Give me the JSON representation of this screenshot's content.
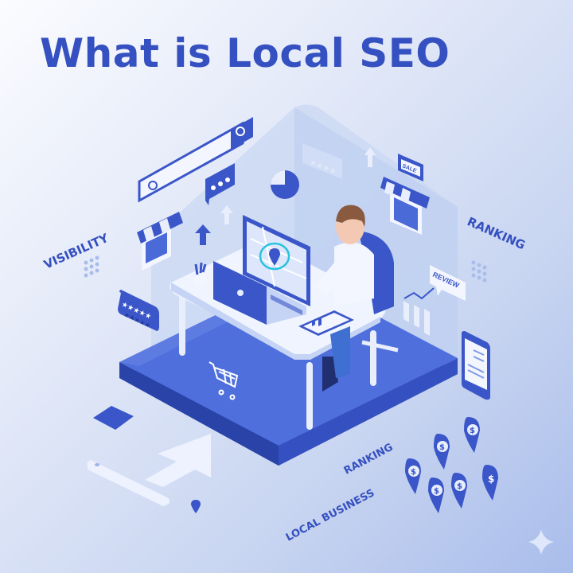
{
  "title": "What is Local SEO",
  "labels": {
    "visibility": "VISIBILITY",
    "ranking_top": "RANKING",
    "ranking_bottom": "RANKING",
    "local_business": "LOCAL BUSINESS",
    "review": "REVIEW",
    "sale": "SALE"
  },
  "colors": {
    "primary": "#3550c0",
    "accent": "#4a6ad8",
    "light": "#e9eefc",
    "background_start": "#fbfcff",
    "background_end": "#a9bdeb",
    "map_ring": "#27c3e0"
  },
  "icons": [
    "search-icon",
    "chat-bubble-icon",
    "pie-chart-icon",
    "rating-stars-icon",
    "up-arrow-icon",
    "storefront-icon",
    "sale-sign-icon",
    "laptop-icon",
    "monitor-map-icon",
    "tablet-chart-icon",
    "shopping-cart-icon",
    "bar-chart-icon",
    "review-bubble-icon",
    "smartphone-icon",
    "dollar-pin-icon",
    "location-pin-icon",
    "big-arrow-icon",
    "sparkle-icon"
  ]
}
